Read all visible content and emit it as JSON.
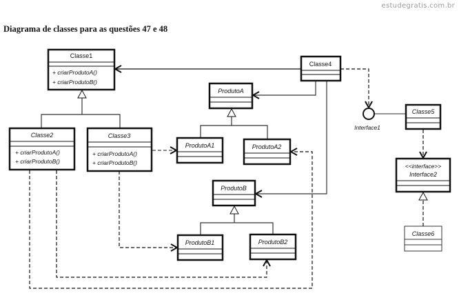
{
  "watermark": "estudegratis.com.br",
  "title": "Diagrama de classes para as questões 47 e 48",
  "classes": {
    "classe1": {
      "name": "Classe1",
      "italic": false,
      "operations": [
        "+ criarProdutoA()",
        "+ criarProdutoB()"
      ]
    },
    "classe2": {
      "name": "Classe2",
      "italic": true,
      "operations": [
        "+ criarProdutoA()",
        "+ criarProdutoB()"
      ]
    },
    "classe3": {
      "name": "Classe3",
      "italic": true,
      "operations": [
        "+ criarProdutoA()",
        "+ criarProdutoB()"
      ]
    },
    "classe4": {
      "name": "Classe4",
      "italic": false
    },
    "classe5": {
      "name": "Classe5",
      "italic": true
    },
    "classe6": {
      "name": "Classe6",
      "italic": true
    },
    "produtoA": {
      "name": "ProdutoA",
      "italic": true
    },
    "produtoA1": {
      "name": "ProdutoA1",
      "italic": true
    },
    "produtoA2": {
      "name": "ProdutoA2",
      "italic": true
    },
    "produtoB": {
      "name": "ProdutoB",
      "italic": true
    },
    "produtoB1": {
      "name": "ProdutoB1",
      "italic": true
    },
    "produtoB2": {
      "name": "ProdutoB2",
      "italic": true
    },
    "interface2": {
      "stereotype": "<<interface>>",
      "name": "Interface2",
      "italic": true
    }
  },
  "interface1": {
    "name": "Interface1"
  },
  "relationships": [
    {
      "from": "Classe4",
      "to": "Classe1",
      "type": "association-navigable"
    },
    {
      "from": "Classe4",
      "to": "ProdutoA",
      "type": "association-navigable"
    },
    {
      "from": "Classe4",
      "to": "ProdutoB",
      "type": "association-navigable"
    },
    {
      "from": "Classe4",
      "to": "Interface1",
      "type": "dependency"
    },
    {
      "from": "Classe5",
      "to": "Interface1",
      "type": "lollipop-realization"
    },
    {
      "from": "Classe5",
      "to": "Interface2",
      "type": "dependency"
    },
    {
      "from": "Classe6",
      "to": "Interface2",
      "type": "realization"
    },
    {
      "from": "Classe2",
      "to": "Classe1",
      "type": "generalization"
    },
    {
      "from": "Classe3",
      "to": "Classe1",
      "type": "generalization"
    },
    {
      "from": "ProdutoA1",
      "to": "ProdutoA",
      "type": "generalization"
    },
    {
      "from": "ProdutoA2",
      "to": "ProdutoA",
      "type": "generalization"
    },
    {
      "from": "ProdutoB1",
      "to": "ProdutoB",
      "type": "generalization"
    },
    {
      "from": "ProdutoB2",
      "to": "ProdutoB",
      "type": "generalization"
    },
    {
      "from": "Classe3",
      "to": "ProdutoA1",
      "type": "dependency"
    },
    {
      "from": "Classe3",
      "to": "ProdutoB1",
      "type": "dependency"
    },
    {
      "from": "Classe2",
      "to": "ProdutoB2",
      "type": "dependency"
    },
    {
      "from": "Classe2",
      "to": "ProdutoA2",
      "type": "dependency"
    }
  ]
}
